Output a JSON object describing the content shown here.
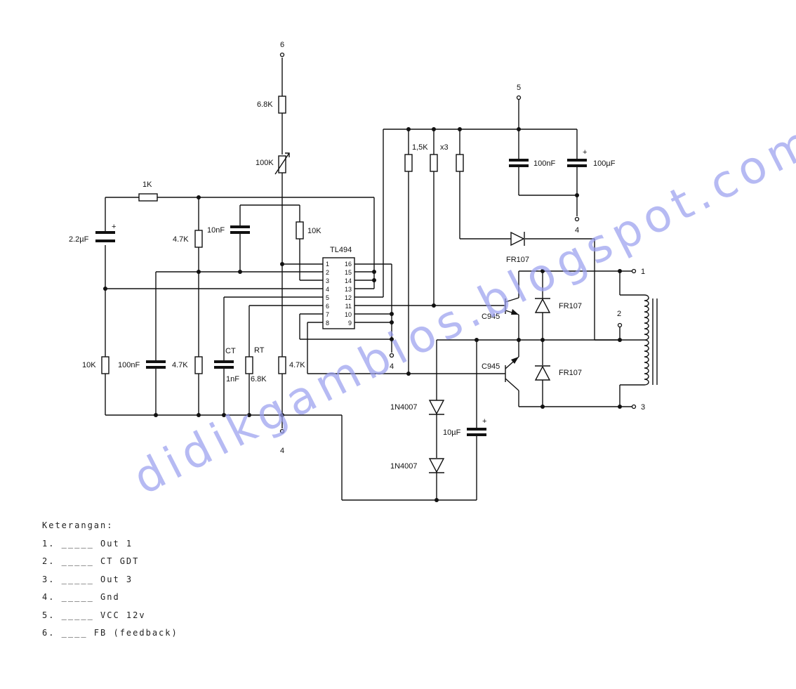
{
  "labels": {
    "ic": "TL494",
    "r_6k8_top": "6.8K",
    "pot_100k": "100K",
    "r_1k": "1K",
    "c_2u2": "2.2µF",
    "r_4k7_a": "4.7K",
    "c_10n": "10nF",
    "r_10k_a": "10K",
    "r_10k_b": "10K",
    "c_100n_a": "100nF",
    "r_4k7_b": "4.7K",
    "ct": "CT",
    "ct_val": "1nF",
    "rt": "RT",
    "rt_val": "6.8K",
    "r_4k7_c": "4.7K",
    "r_1k5": "1,5K",
    "x3": "x3",
    "c_100n_b": "100nF",
    "c_100u": "100µF",
    "d_fr107_a": "FR107",
    "d_fr107_b": "FR107",
    "d_fr107_c": "FR107",
    "q_c945_a": "C945",
    "q_c945_b": "C945",
    "d_1n4007_a": "1N4007",
    "d_1n4007_b": "1N4007",
    "c_10u": "10µF",
    "plus": "+"
  },
  "terminals": {
    "t6": "6",
    "t5": "5",
    "t4_a": "4",
    "t4_b": "4",
    "t4_c": "4",
    "t1": "1",
    "t2": "2",
    "t3": "3"
  },
  "pins_left": [
    "1",
    "2",
    "3",
    "4",
    "5",
    "6",
    "7",
    "8"
  ],
  "pins_right": [
    "16",
    "15",
    "14",
    "13",
    "12",
    "11",
    "10",
    "9"
  ],
  "watermark": "didikgambios.blogspot.com",
  "legend": {
    "title": "Keterangan:",
    "items": [
      "1. _____ Out 1",
      "2. _____ CT GDT",
      "3. _____ Out 3",
      "4. _____ Gnd",
      "5. _____ VCC 12v",
      "6. ____ FB (feedback)"
    ]
  }
}
